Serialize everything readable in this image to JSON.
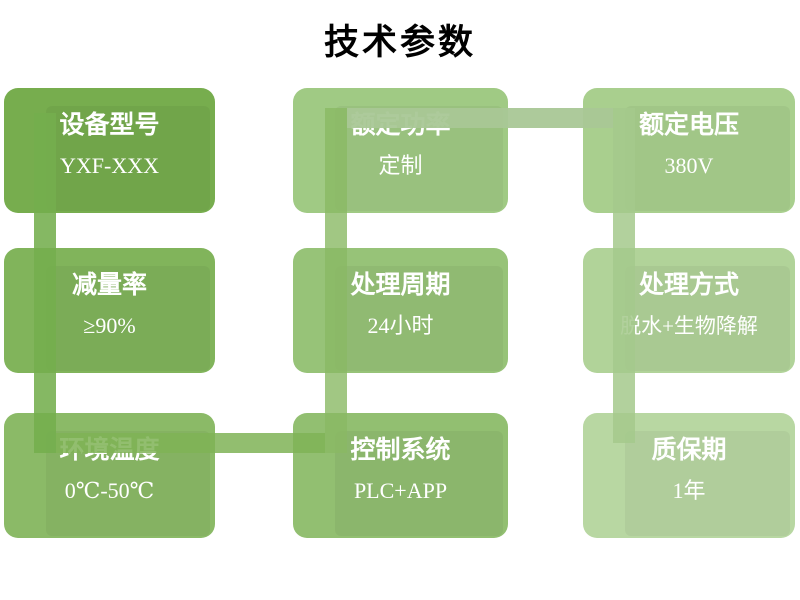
{
  "title": "技术参数",
  "boxes": [
    {
      "label": "设备型号",
      "value": "YXF-XXX",
      "color": "#77ad4e"
    },
    {
      "label": "额定功率",
      "value": "定制",
      "color": "#a0ca84"
    },
    {
      "label": "额定电压",
      "value": "380V",
      "color": "#a9cf8e"
    },
    {
      "label": "减量率",
      "value": "≥90%",
      "color": "#81b45b"
    },
    {
      "label": "处理周期",
      "value": "24小时",
      "color": "#97c378"
    },
    {
      "label": "处理方式",
      "value": "脱水+生物降解",
      "color": "#b1d399"
    },
    {
      "label": "环境温度",
      "value": "0℃-50℃",
      "color": "#8bba67"
    },
    {
      "label": "控制系统",
      "value": "PLC+APP",
      "color": "#92bf71"
    },
    {
      "label": "质保期",
      "value": "1年",
      "color": "#b8d7a2"
    }
  ],
  "connector": {
    "segments": [
      {
        "name": "col1-down",
        "color": "rgba(116,174,77,0.88)"
      },
      {
        "name": "row3-right",
        "color": "rgba(127,179,86,0.85)"
      },
      {
        "name": "col2-up",
        "color": "rgba(137,185,100,0.80)"
      },
      {
        "name": "row1-right",
        "color": "rgba(169,199,150,0.95)"
      },
      {
        "name": "col3-down",
        "color": "rgba(165,201,140,0.85)"
      }
    ]
  },
  "colors": {
    "background": "#ffffff",
    "title_text": "#000000",
    "box_text": "#ffffff"
  }
}
